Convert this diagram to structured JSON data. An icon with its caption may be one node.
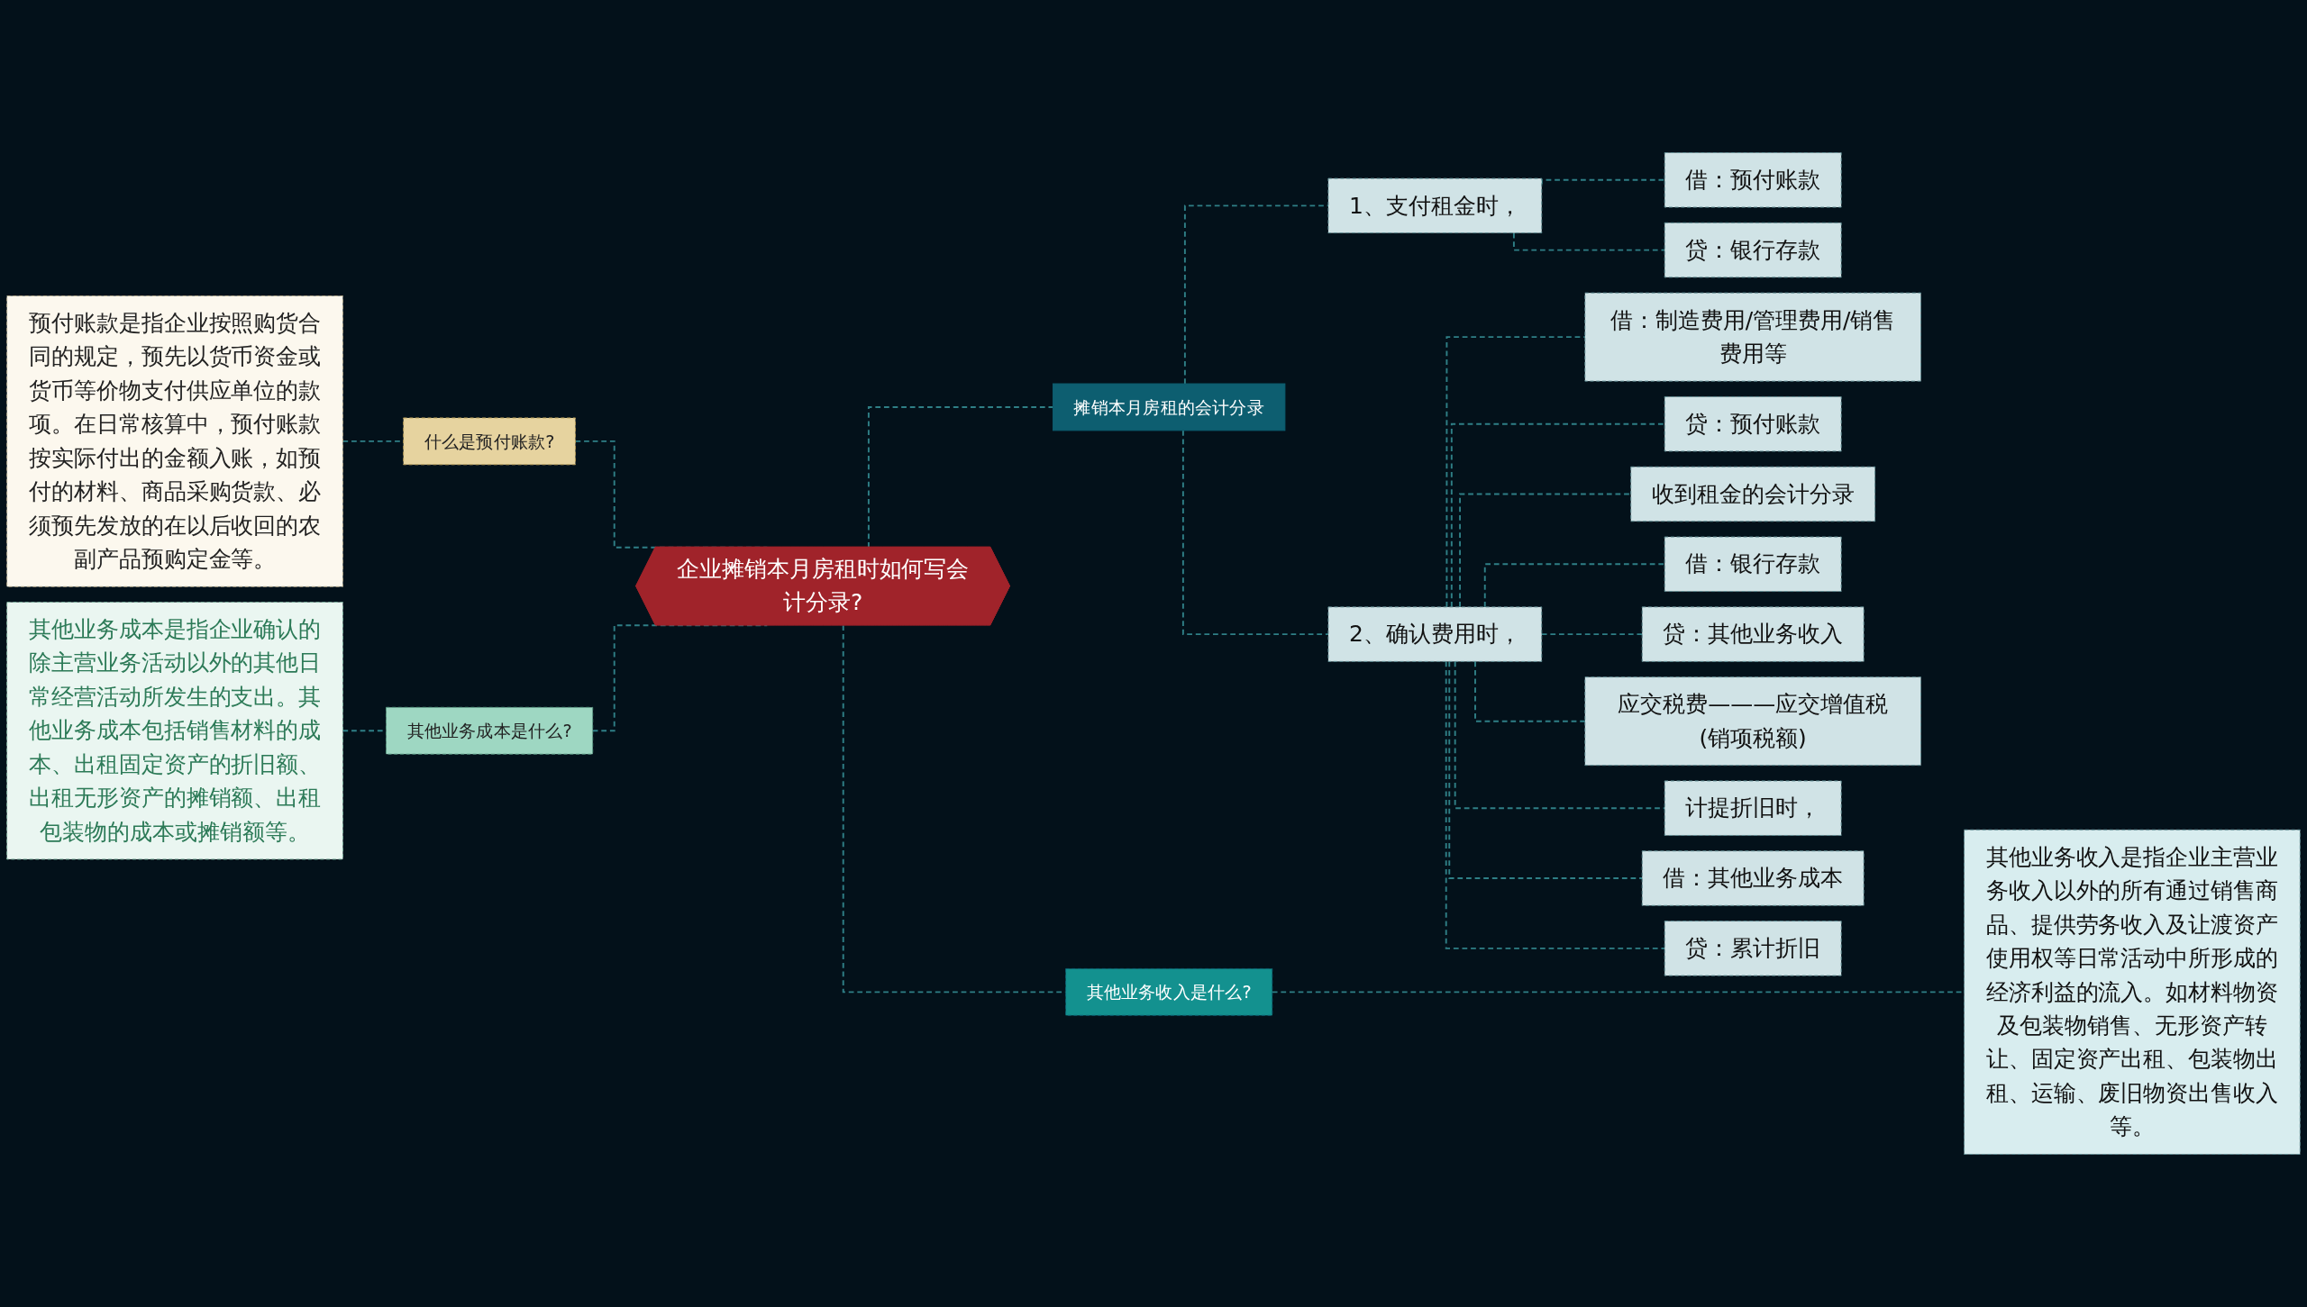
{
  "diagram": {
    "nodes": [
      {
        "text": [
          "企业摊销本月房租时如何写会计分录?"
        ]
      },
      {
        "text": [
          "摊销本月房租的会计分录"
        ]
      },
      {
        "text": [
          "1、支付租金时，"
        ]
      },
      {
        "text": [
          "借：预付账款"
        ]
      },
      {
        "text": [
          "贷：银行存款"
        ]
      },
      {
        "text": [
          "2、确认费用时，"
        ]
      },
      {
        "text": [
          "借：制造费用/管理费用/销售费用等"
        ]
      },
      {
        "text": [
          "贷：预付账款"
        ]
      },
      {
        "text": [
          "收到租金的会计分录"
        ]
      },
      {
        "text": [
          "借：银行存款"
        ]
      },
      {
        "text": [
          "贷：其他业务收入"
        ]
      },
      {
        "text": [
          "应交税费———应交增值税(销项税额)"
        ]
      },
      {
        "text": [
          "计提折旧时，"
        ]
      },
      {
        "text": [
          "借：其他业务成本"
        ]
      },
      {
        "text": [
          "贷：累计折旧"
        ]
      },
      {
        "text": [
          "其他业务收入是什么?"
        ]
      },
      {
        "text": [
          "其他业务收入是指企业主营业务收入以外的所有通过销售商品、提供劳务收入及让渡资产使用权等日常活动中所形成的经济利益的流入。如材料物资及包装物销售、无形资产转让、固定资产出租、包装物出租、运输、废旧物资出售收入等。"
        ]
      },
      {
        "text": [
          "什么是预付账款?"
        ]
      },
      {
        "text": [
          "预付账款是指企业按照购货合同的规定，预先以货币资金或货币等价物支付供应单位的款项。在日常核算中，预付账款按实际付出的金额入账，如预付的材料、商品采购货款、必须预先发放的在以后收回的农副产品预购定金等。"
        ]
      },
      {
        "text": [
          "其他业务成本是什么?"
        ]
      },
      {
        "text": [
          "其他业务成本是指企业确认的除主营业务活动以外的其他日常经营活动所发生的支出。其他业务成本包括销售材料的成本、出租固定资产的折旧额、出租无形资产的摊销额、出租包装物的成本或摊销额等。"
        ]
      }
    ],
    "edges": [
      {
        "from": 0,
        "to": 1,
        "arrow": "none"
      },
      {
        "from": 1,
        "to": 2,
        "arrow": "none"
      },
      {
        "from": 2,
        "to": 3,
        "arrow": "none"
      },
      {
        "from": 2,
        "to": 4,
        "arrow": "none"
      },
      {
        "from": 1,
        "to": 5,
        "arrow": "none"
      },
      {
        "from": 5,
        "to": 6,
        "arrow": "none"
      },
      {
        "from": 5,
        "to": 7,
        "arrow": "none"
      },
      {
        "from": 5,
        "to": 8,
        "arrow": "none"
      },
      {
        "from": 5,
        "to": 9,
        "arrow": "none"
      },
      {
        "from": 5,
        "to": 10,
        "arrow": "none"
      },
      {
        "from": 5,
        "to": 11,
        "arrow": "none"
      },
      {
        "from": 5,
        "to": 12,
        "arrow": "none"
      },
      {
        "from": 5,
        "to": 13,
        "arrow": "none"
      },
      {
        "from": 5,
        "to": 14,
        "arrow": "none"
      },
      {
        "from": 0,
        "to": 15,
        "arrow": "none"
      },
      {
        "from": 15,
        "to": 16,
        "arrow": "none"
      },
      {
        "from": 18,
        "to": 17,
        "arrow": "none"
      },
      {
        "from": 17,
        "to": 0,
        "arrow": "none"
      },
      {
        "from": 20,
        "to": 19,
        "arrow": "none"
      },
      {
        "from": 19,
        "to": 0,
        "arrow": "none"
      }
    ]
  }
}
